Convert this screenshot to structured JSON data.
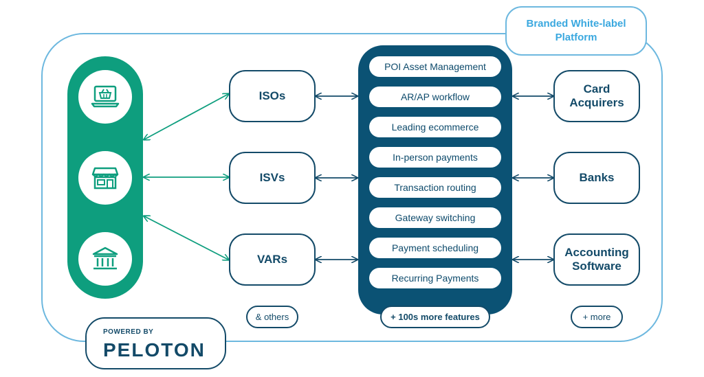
{
  "platform": {
    "label": "Branded White-label Platform"
  },
  "channels": {
    "icons": [
      "shopping-basket-laptop-icon",
      "storefront-icon",
      "bank-building-icon"
    ]
  },
  "partners": {
    "isos": "ISOs",
    "isvs": "ISVs",
    "vars": "VARs",
    "others": "& others"
  },
  "features": {
    "items": [
      "POI Asset Management",
      "AR/AP workflow",
      "Leading ecommerce",
      "In-person payments",
      "Transaction routing",
      "Gateway switching",
      "Payment scheduling",
      "Recurring Payments"
    ],
    "more": "+ 100s more features"
  },
  "integrations": {
    "card_acquirers": "Card Acquirers",
    "banks": "Banks",
    "accounting": "Accounting Software",
    "more": "+ more"
  },
  "powered_by": {
    "label": "POWERED BY",
    "brand": "PELOTON"
  },
  "colors": {
    "green": "#0e9e7e",
    "navy": "#0b5274",
    "outline": "#134a68",
    "light_blue": "#6db8df",
    "brand_text": "#3aa8df"
  }
}
